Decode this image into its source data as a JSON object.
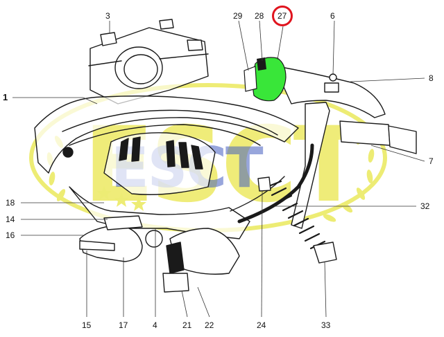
{
  "diagram": {
    "highlighted_part": "27",
    "highlight_color": "#e0141e",
    "highlight_fill": "#39e639",
    "watermark_color": "#e8e43a",
    "watermark_blue": "#2f4bb8",
    "callouts": [
      "3",
      "29",
      "28",
      "27",
      "6",
      "1",
      "8",
      "7",
      "18",
      "32",
      "14",
      "16",
      "15",
      "17",
      "4",
      "21",
      "22",
      "24",
      "33"
    ]
  }
}
